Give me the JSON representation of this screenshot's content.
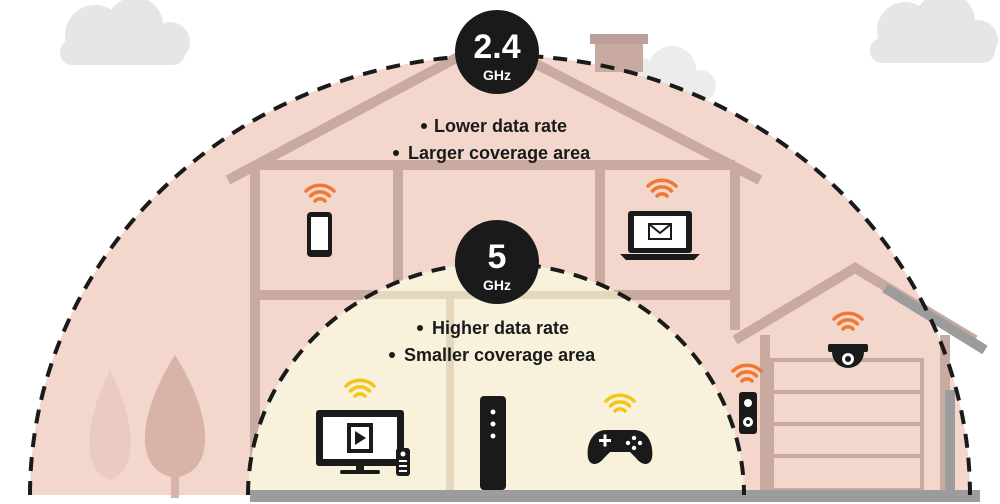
{
  "bands": [
    {
      "frequency": "2.4",
      "unit": "GHz",
      "bullets": [
        "Lower data rate",
        "Larger coverage area"
      ]
    },
    {
      "frequency": "5",
      "unit": "GHz",
      "bullets": [
        "Higher data rate",
        "Smaller coverage area"
      ]
    }
  ],
  "colors": {
    "outer_zone": "#f3d6cc",
    "inner_zone": "#f8f1dc",
    "wifi_24": "#f07830",
    "wifi_5": "#f5c518",
    "house": "#c9aaa0",
    "cloud": "#e6e6e6",
    "tree": "#d8b3a8",
    "ink": "#1a1a1a"
  },
  "icons": [
    "wifi-icon",
    "phone-icon",
    "laptop-mail-icon",
    "tv-icon",
    "remote-icon",
    "router-icon",
    "gamepad-icon",
    "security-camera-icon",
    "doorbell-icon"
  ]
}
